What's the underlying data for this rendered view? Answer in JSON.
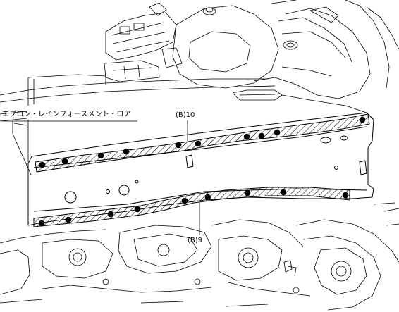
{
  "labels": {
    "part_name": "エプロン・レインフォースメント・ロア",
    "upper_weld": "(B)10",
    "lower_weld": "(B)9"
  },
  "weld_groups": [
    {
      "name": "upper",
      "count": 10
    },
    {
      "name": "lower",
      "count": 9
    }
  ],
  "colors": {
    "line": "#000000",
    "weld_dot": "#000000",
    "background": "#ffffff"
  }
}
